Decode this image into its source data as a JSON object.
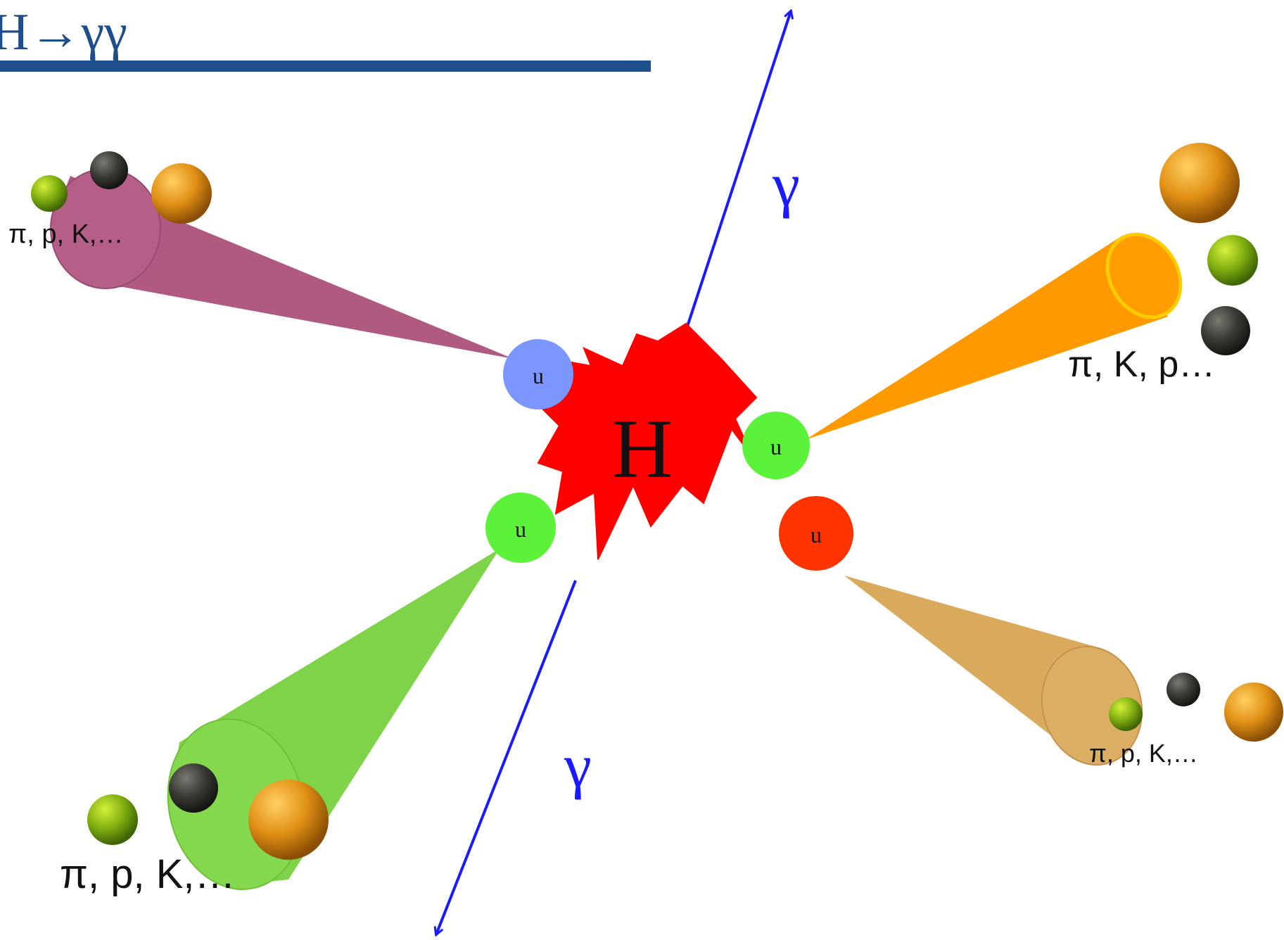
{
  "title": {
    "text": "H→γγ",
    "color": "#1f4e8c"
  },
  "higgs": {
    "label": "H",
    "color": "#ff0000"
  },
  "photons": {
    "upper_label": "γ",
    "lower_label": "γ",
    "color": "#1a1aff"
  },
  "quarks": [
    {
      "label": "u",
      "color": "#7b96ff"
    },
    {
      "label": "u",
      "color": "#5cf23a"
    },
    {
      "label": "u",
      "color": "#5cf23a"
    },
    {
      "label": "u",
      "color": "#ff3300"
    }
  ],
  "jets": [
    {
      "name": "upper-left",
      "color": "#b05a82",
      "particles_label": "π, p, K,…"
    },
    {
      "name": "upper-right",
      "color": "#ff9900",
      "particles_label": "π, K, p…"
    },
    {
      "name": "lower-left",
      "color": "#7ed348",
      "particles_label": "π, p, K,…"
    },
    {
      "name": "lower-right",
      "color": "#d9a95c",
      "particles_label": "π, p, K,…"
    }
  ],
  "hadron_colors": {
    "green": "#7fae10",
    "dark": "#3a3a35",
    "orange": "#e08f14"
  }
}
